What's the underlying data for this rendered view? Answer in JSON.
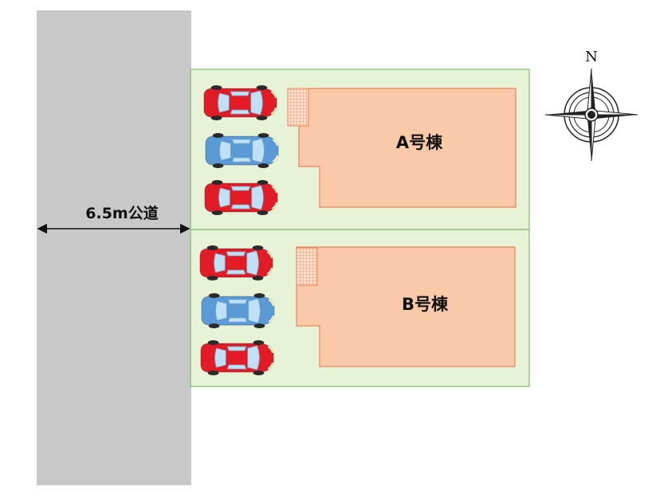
{
  "road": {
    "label": "6.5m公道",
    "color": "#c8c8c8"
  },
  "lots": [
    {
      "building_label": "A号棟",
      "cars": [
        "red",
        "blue",
        "red"
      ]
    },
    {
      "building_label": "B号棟",
      "cars": [
        "red",
        "blue",
        "red"
      ]
    }
  ],
  "compass": {
    "north_label": "N"
  },
  "colors": {
    "lot_fill": "#e6f3d6",
    "lot_border": "#7fb96b",
    "building_fill": "#f9c9a8",
    "building_border": "#e9845a",
    "grid_fill": "#fde2cf",
    "grid_stroke": "#e9845a",
    "car_red": "#e31b26",
    "car_blue": "#5a9ad6"
  },
  "icons": [
    "compass-rose-icon",
    "car-icon",
    "dimension-arrow-icon",
    "grid-pad-icon"
  ]
}
